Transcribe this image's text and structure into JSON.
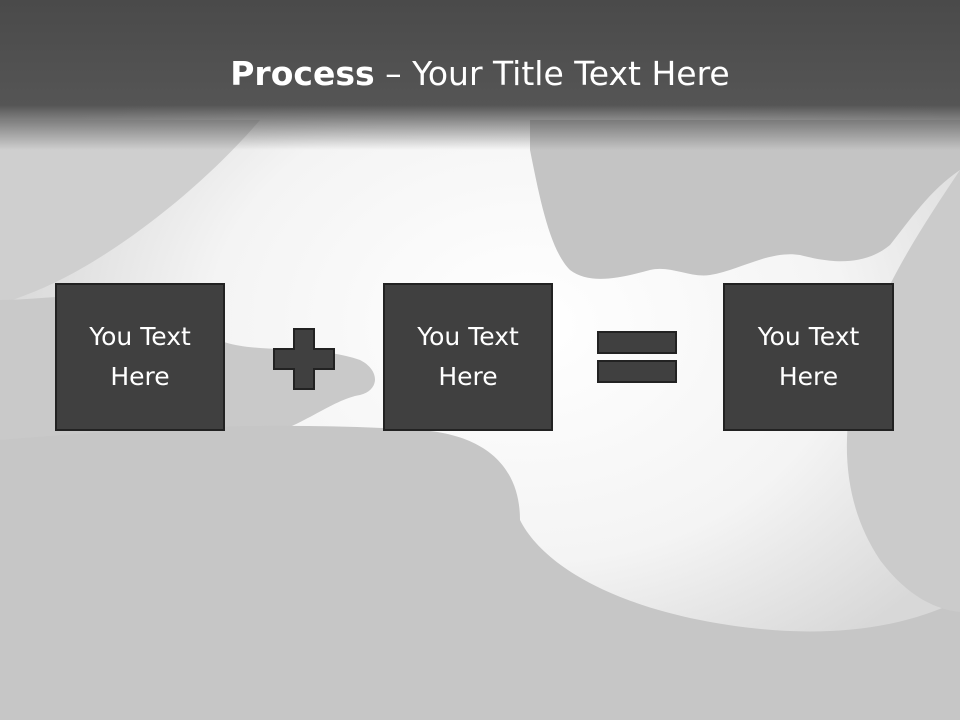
{
  "title": {
    "bold": "Process",
    "rest": " – Your Title Text Here"
  },
  "boxes": [
    {
      "text": "You Text Here"
    },
    {
      "text": "You Text Here"
    },
    {
      "text": "You Text Here"
    }
  ],
  "operators": {
    "first": "plus-icon",
    "second": "equals-icon"
  },
  "colors": {
    "title_bar": "#4a4a4a",
    "box_fill": "#404040",
    "box_border": "#222222",
    "text": "#ffffff",
    "background": "#c8c8c8"
  }
}
